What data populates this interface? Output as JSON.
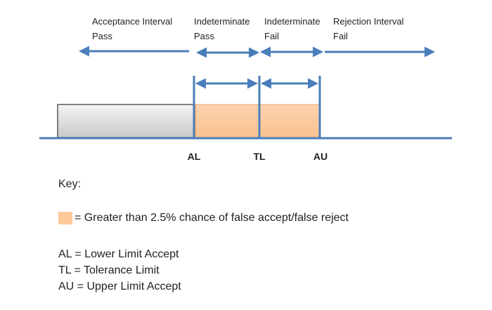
{
  "zones": [
    {
      "line1": "Acceptance Interval",
      "line2": "Pass"
    },
    {
      "line1": "Indeterminate",
      "line2": "Pass"
    },
    {
      "line1": "Indeterminate",
      "line2": "Fail"
    },
    {
      "line1": "Rejection Interval",
      "line2": "Fail"
    }
  ],
  "limits": {
    "al": "AL",
    "tl": "TL",
    "au": "AU"
  },
  "key": {
    "title": "Key:",
    "swatch_text": "= Greater than 2.5% chance of false accept/false reject",
    "definitions": [
      "AL = Lower Limit Accept",
      "TL = Tolerance Limit",
      "AU = Upper Limit Accept"
    ]
  },
  "colors": {
    "line": "#4a7ebb",
    "accept_fill": "#d9d9d9",
    "indeterminate_fill": "#fdc99a"
  }
}
